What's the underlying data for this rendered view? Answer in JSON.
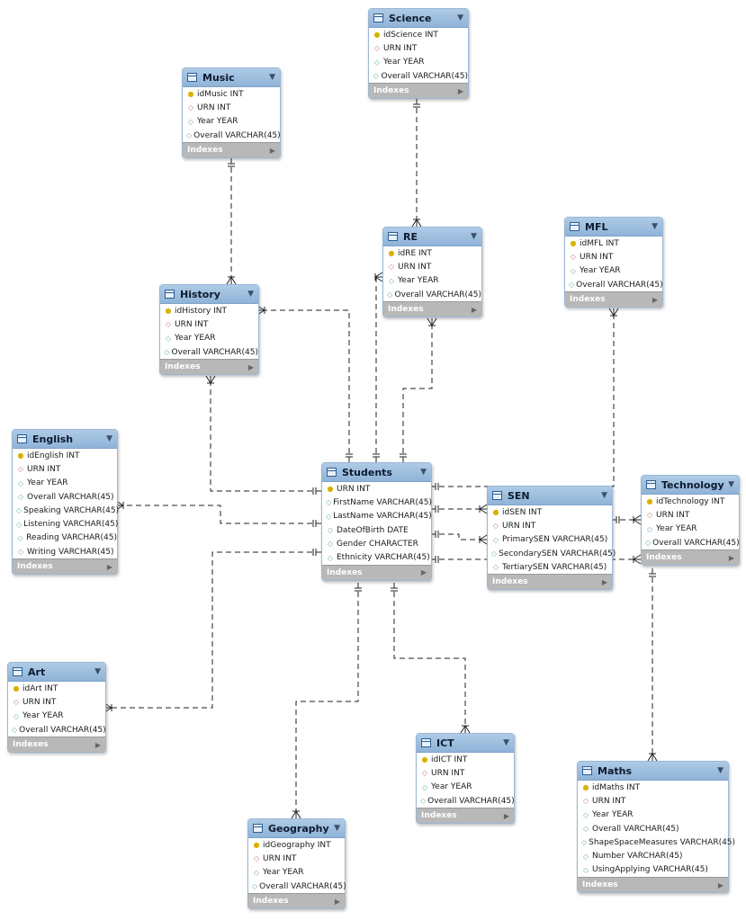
{
  "tables": {
    "science": {
      "name": "Science",
      "columns": [
        {
          "kind": "pk",
          "text": "idScience INT"
        },
        {
          "kind": "fk",
          "text": "URN INT"
        },
        {
          "kind": "attr",
          "text": "Year YEAR"
        },
        {
          "kind": "attr",
          "text": "Overall VARCHAR(45)"
        }
      ],
      "footer": "Indexes"
    },
    "music": {
      "name": "Music",
      "columns": [
        {
          "kind": "pk",
          "text": "idMusic INT"
        },
        {
          "kind": "fk",
          "text": "URN INT"
        },
        {
          "kind": "attr",
          "text": "Year YEAR"
        },
        {
          "kind": "attr",
          "text": "Overall VARCHAR(45)"
        }
      ],
      "footer": "Indexes"
    },
    "re": {
      "name": "RE",
      "columns": [
        {
          "kind": "pk",
          "text": "idRE INT"
        },
        {
          "kind": "fk",
          "text": "URN INT"
        },
        {
          "kind": "attr",
          "text": "Year YEAR"
        },
        {
          "kind": "attr",
          "text": "Overall VARCHAR(45)"
        }
      ],
      "footer": "Indexes"
    },
    "mfl": {
      "name": "MFL",
      "columns": [
        {
          "kind": "pk",
          "text": "idMFL INT"
        },
        {
          "kind": "fk",
          "text": "URN INT"
        },
        {
          "kind": "attr",
          "text": "Year YEAR"
        },
        {
          "kind": "attr",
          "text": "Overall VARCHAR(45)"
        }
      ],
      "footer": "Indexes"
    },
    "history": {
      "name": "History",
      "columns": [
        {
          "kind": "pk",
          "text": "idHistory INT"
        },
        {
          "kind": "fk",
          "text": "URN INT"
        },
        {
          "kind": "attr",
          "text": "Year YEAR"
        },
        {
          "kind": "attr",
          "text": "Overall VARCHAR(45)"
        }
      ],
      "footer": "Indexes"
    },
    "english": {
      "name": "English",
      "columns": [
        {
          "kind": "pk",
          "text": "idEnglish INT"
        },
        {
          "kind": "fk",
          "text": "URN INT"
        },
        {
          "kind": "attr",
          "text": "Year YEAR"
        },
        {
          "kind": "attr",
          "text": "Overall VARCHAR(45)"
        },
        {
          "kind": "attr",
          "text": "Speaking VARCHAR(45)"
        },
        {
          "kind": "attr",
          "text": "Listening VARCHAR(45)"
        },
        {
          "kind": "attr",
          "text": "Reading VARCHAR(45)"
        },
        {
          "kind": "attr",
          "text": "Writing VARCHAR(45)"
        }
      ],
      "footer": "Indexes"
    },
    "students": {
      "name": "Students",
      "columns": [
        {
          "kind": "pk",
          "text": "URN INT"
        },
        {
          "kind": "attr",
          "text": "FirstName VARCHAR(45)"
        },
        {
          "kind": "attr",
          "text": "LastName VARCHAR(45)"
        },
        {
          "kind": "attr",
          "text": "DateOfBirth DATE"
        },
        {
          "kind": "attr",
          "text": "Gender CHARACTER"
        },
        {
          "kind": "attr",
          "text": "Ethnicity VARCHAR(45)"
        }
      ],
      "footer": "Indexes"
    },
    "sen": {
      "name": "SEN",
      "columns": [
        {
          "kind": "pk",
          "text": "idSEN INT"
        },
        {
          "kind": "fk",
          "text": "URN INT"
        },
        {
          "kind": "attr",
          "text": "PrimarySEN VARCHAR(45)"
        },
        {
          "kind": "attr",
          "text": "SecondarySEN VARCHAR(45)"
        },
        {
          "kind": "attr",
          "text": "TertiarySEN VARCHAR(45)"
        }
      ],
      "footer": "Indexes"
    },
    "technology": {
      "name": "Technology",
      "columns": [
        {
          "kind": "pk",
          "text": "idTechnology INT"
        },
        {
          "kind": "fk",
          "text": "URN INT"
        },
        {
          "kind": "attr",
          "text": "Year YEAR"
        },
        {
          "kind": "attr",
          "text": "Overall VARCHAR(45)"
        }
      ],
      "footer": "Indexes"
    },
    "art": {
      "name": "Art",
      "columns": [
        {
          "kind": "pk",
          "text": "idArt INT"
        },
        {
          "kind": "fk",
          "text": "URN INT"
        },
        {
          "kind": "attr",
          "text": "Year YEAR"
        },
        {
          "kind": "attr",
          "text": "Overall VARCHAR(45)"
        }
      ],
      "footer": "Indexes"
    },
    "ict": {
      "name": "ICT",
      "columns": [
        {
          "kind": "pk",
          "text": "idICT INT"
        },
        {
          "kind": "fk",
          "text": "URN INT"
        },
        {
          "kind": "attr",
          "text": "Year YEAR"
        },
        {
          "kind": "attr",
          "text": "Overall VARCHAR(45)"
        }
      ],
      "footer": "Indexes"
    },
    "geography": {
      "name": "Geography",
      "columns": [
        {
          "kind": "pk",
          "text": "idGeography INT"
        },
        {
          "kind": "fk",
          "text": "URN INT"
        },
        {
          "kind": "attr",
          "text": "Year YEAR"
        },
        {
          "kind": "attr",
          "text": "Overall VARCHAR(45)"
        }
      ],
      "footer": "Indexes"
    },
    "maths": {
      "name": "Maths",
      "columns": [
        {
          "kind": "pk",
          "text": "idMaths INT"
        },
        {
          "kind": "fk",
          "text": "URN INT"
        },
        {
          "kind": "attr",
          "text": "Year YEAR"
        },
        {
          "kind": "attr",
          "text": "Overall VARCHAR(45)"
        },
        {
          "kind": "attr",
          "text": "ShapeSpaceMeasures VARCHAR(45)"
        },
        {
          "kind": "attr",
          "text": "Number VARCHAR(45)"
        },
        {
          "kind": "attr",
          "text": "UsingApplying VARCHAR(45)"
        }
      ],
      "footer": "Indexes"
    }
  },
  "relationships": [
    {
      "from": "science",
      "to": "re"
    },
    {
      "from": "music",
      "to": "history"
    },
    {
      "from": "students",
      "to": "history"
    },
    {
      "from": "students",
      "to": "re"
    },
    {
      "from": "students",
      "to": "mfl"
    },
    {
      "from": "students",
      "to": "english"
    },
    {
      "from": "students",
      "to": "sen"
    },
    {
      "from": "students",
      "to": "technology"
    },
    {
      "from": "students",
      "to": "art"
    },
    {
      "from": "students",
      "to": "geography"
    },
    {
      "from": "students",
      "to": "ict"
    },
    {
      "from": "technology",
      "to": "maths"
    }
  ]
}
